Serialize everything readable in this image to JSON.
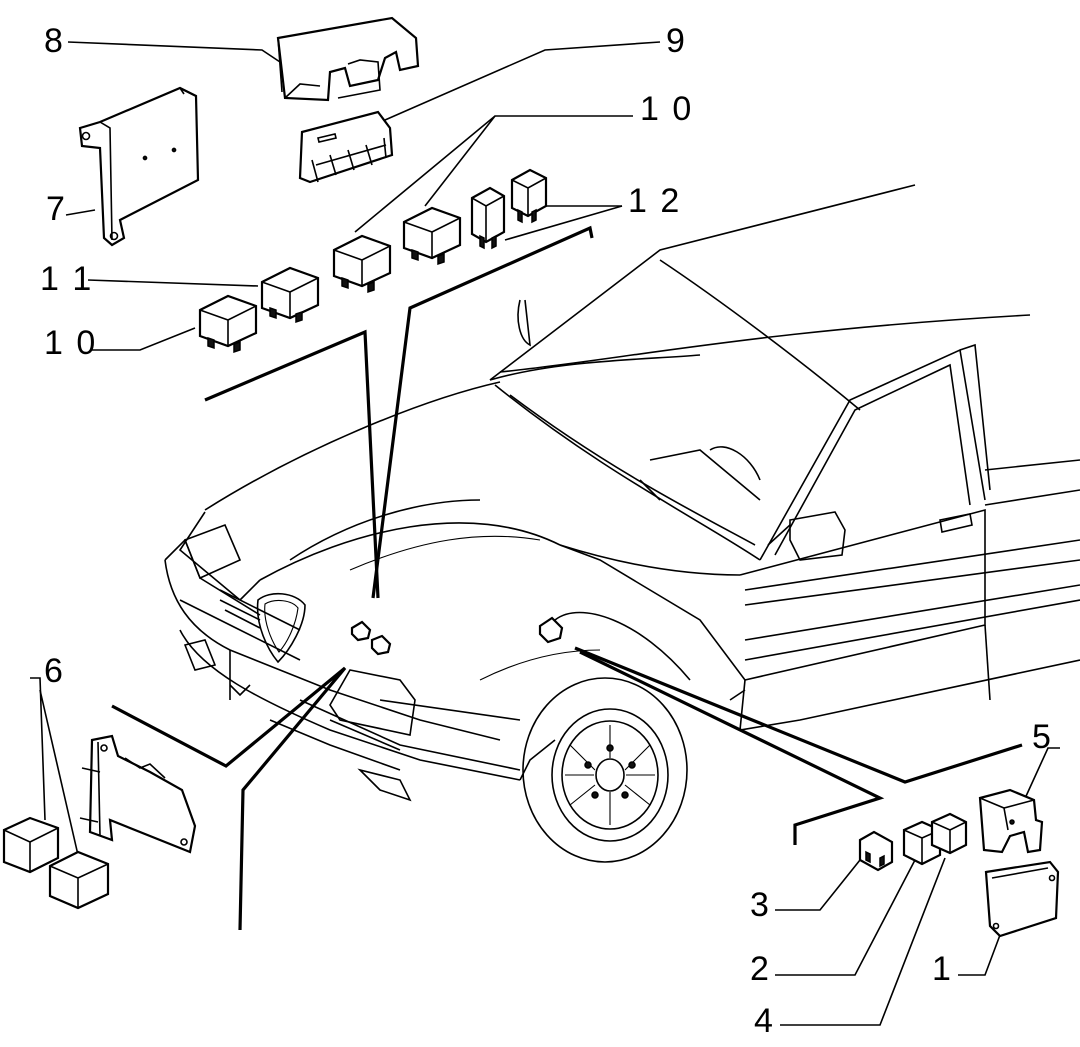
{
  "labels": {
    "p1": "1",
    "p2": "2",
    "p3": "3",
    "p4": "4",
    "p5": "5",
    "p6": "6",
    "p7": "7",
    "p8": "8",
    "p9": "9",
    "p10_top": "1 0",
    "p10_left": "1 0",
    "p11": "1 1",
    "p12": "1 2"
  }
}
